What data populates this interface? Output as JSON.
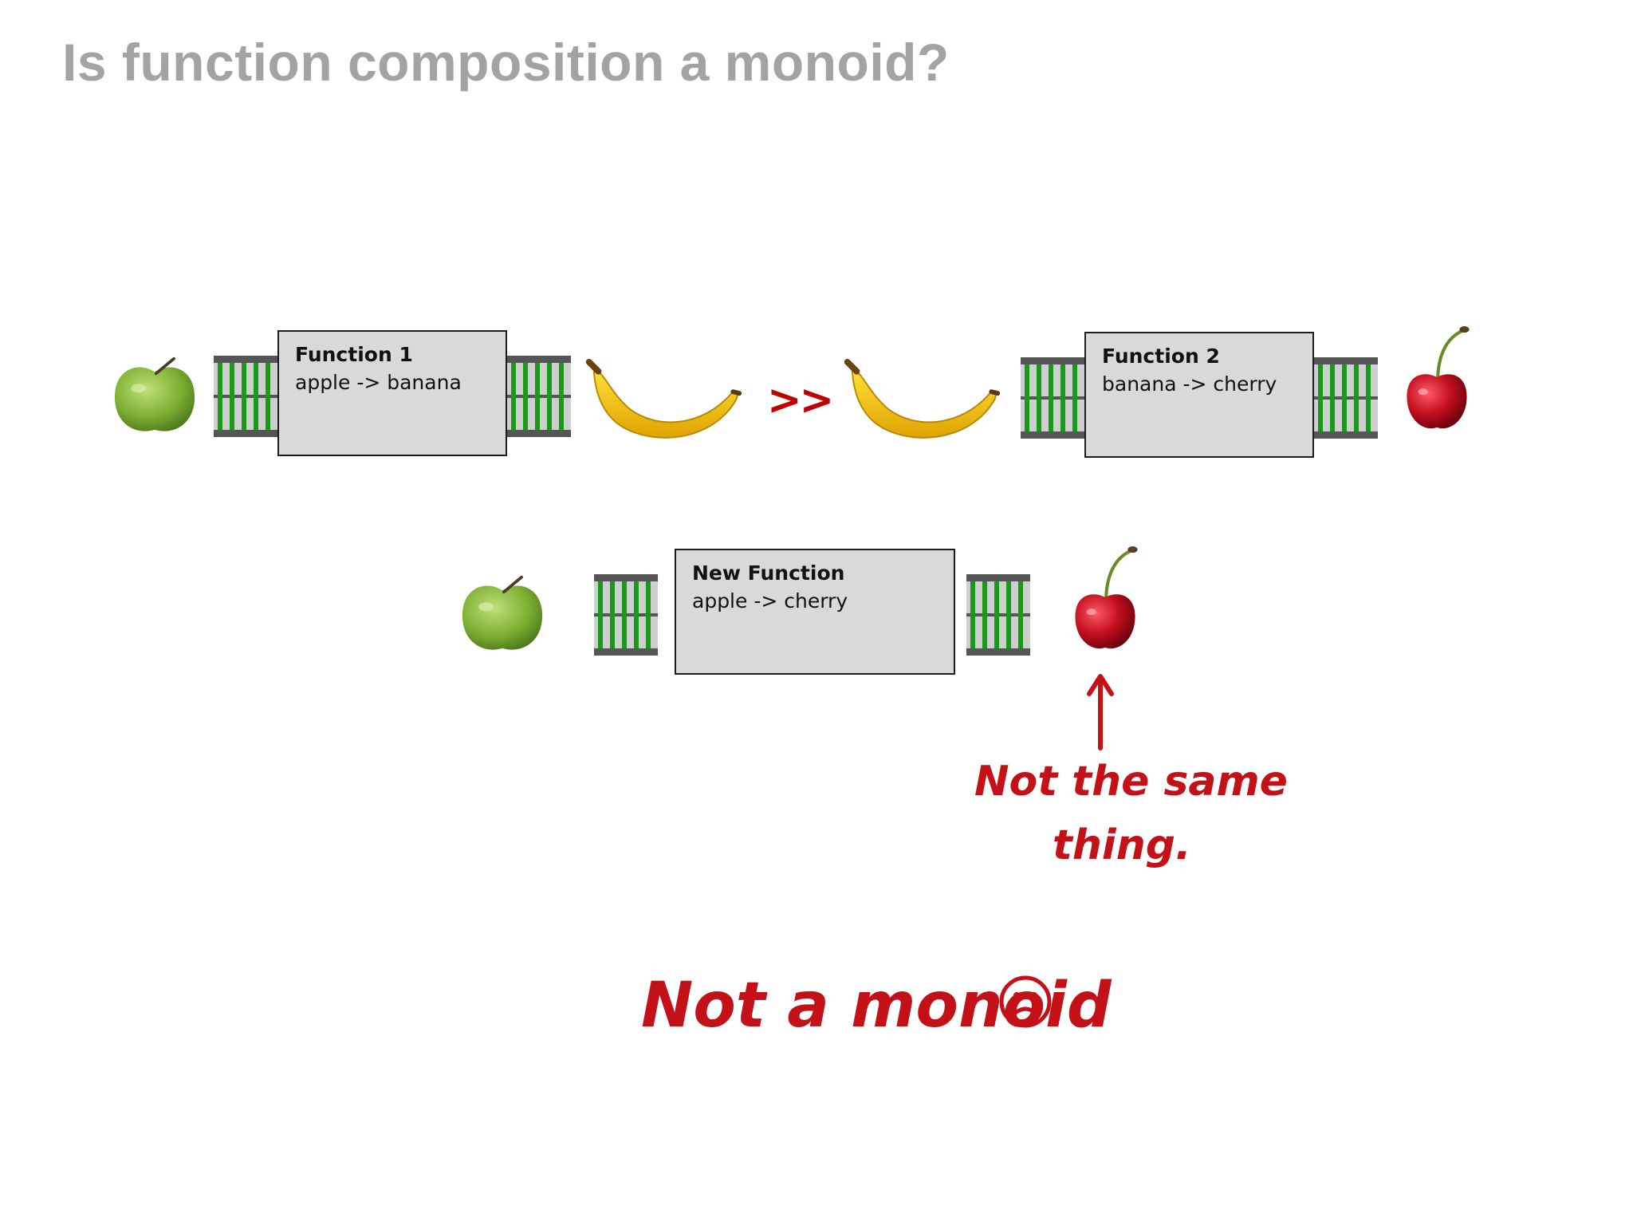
{
  "title": "Is function composition a monoid?",
  "row1": {
    "function1": {
      "name": "Function 1",
      "signature": "apple -> banana"
    },
    "operator": ">>",
    "function2": {
      "name": "Function 2",
      "signature": "banana -> cherry"
    }
  },
  "row2": {
    "new_function": {
      "name": "New Function",
      "signature": "apple -> cherry"
    }
  },
  "annotation": {
    "line1": "Not the same",
    "line2": "thing."
  },
  "verdict": "Not a monoid",
  "icons": [
    "apple-icon",
    "banana-icon",
    "cherry-icon",
    "conveyor-icon",
    "arrow-up-icon",
    "sad-face-icon"
  ],
  "colors": {
    "title": "#a3a3a3",
    "accent_red": "#c00000",
    "box_fill": "#d9d9db",
    "conveyor_green": "#1a9a1a"
  }
}
